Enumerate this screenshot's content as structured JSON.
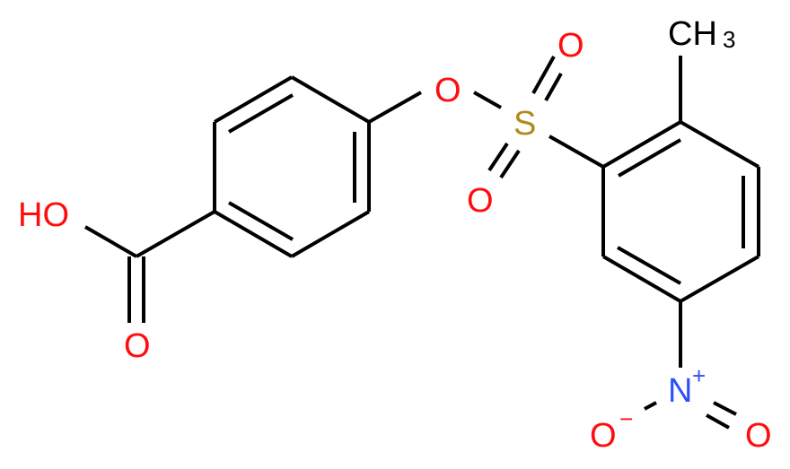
{
  "diagram": {
    "type": "chemical-structure",
    "colors": {
      "bond": "#000000",
      "oxygen": "#ff0d0d",
      "sulfur": "#b2891c",
      "nitrogen": "#3050f8",
      "carbon_label": "#000000",
      "background": "#ffffff"
    },
    "atoms": {
      "hydroxyl": "HO",
      "carbonyl_o": "O",
      "ester_o": "O",
      "sulfur": "S",
      "sulfonyl_o_top": "O",
      "sulfonyl_o_bottom": "O",
      "methyl_c": "CH",
      "methyl_sub": "3",
      "nitrogen": "N",
      "nitrogen_charge": "+",
      "nitro_o_left": "O",
      "nitro_o_left_charge": "−",
      "nitro_o_right": "O"
    }
  }
}
